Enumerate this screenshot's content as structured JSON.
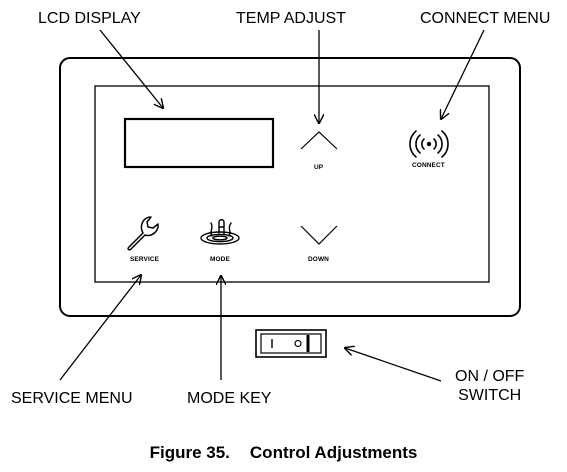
{
  "callouts": {
    "lcd_display": "LCD DISPLAY",
    "temp_adjust": "TEMP ADJUST",
    "connect_menu": "CONNECT MENU",
    "service_menu": "SERVICE MENU",
    "mode_key": "MODE KEY",
    "on_off_line1": "ON / OFF",
    "on_off_line2": "SWITCH"
  },
  "buttons": {
    "up": "UP",
    "connect": "CONNECT",
    "service": "SERVICE",
    "mode": "MODE",
    "down": "DOWN"
  },
  "switch": {
    "on_symbol": "I",
    "off_symbol": "O"
  },
  "caption": {
    "figure": "Figure 35.",
    "title": "Control Adjustments"
  }
}
